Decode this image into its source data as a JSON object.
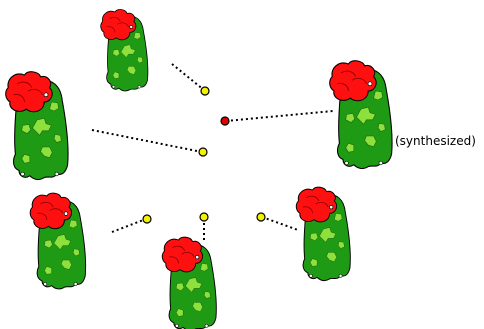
{
  "diagram": {
    "caption": "(synthesized)",
    "colors": {
      "body_green": "#1f9a14",
      "spot_green": "#8ee03c",
      "flower_red": "#ff1010",
      "outline": "#000000",
      "dot_yellow": "#f3f300",
      "dot_red": "#e00000"
    },
    "figures": [
      {
        "name": "figure-top",
        "link_dot": "dot-top"
      },
      {
        "name": "figure-left",
        "link_dot": "dot-center"
      },
      {
        "name": "figure-synthesized",
        "link_dot": "dot-red"
      },
      {
        "name": "figure-bottom-left",
        "link_dot": "dot-bottom-left"
      },
      {
        "name": "figure-bottom-center",
        "link_dot": "dot-bottom-center"
      },
      {
        "name": "figure-bottom-right",
        "link_dot": "dot-bottom-right"
      }
    ],
    "dots": [
      {
        "name": "dot-top",
        "color": "yellow"
      },
      {
        "name": "dot-center",
        "color": "yellow"
      },
      {
        "name": "dot-red",
        "color": "red"
      },
      {
        "name": "dot-bottom-left",
        "color": "yellow"
      },
      {
        "name": "dot-bottom-center",
        "color": "yellow"
      },
      {
        "name": "dot-bottom-right",
        "color": "yellow"
      }
    ]
  }
}
